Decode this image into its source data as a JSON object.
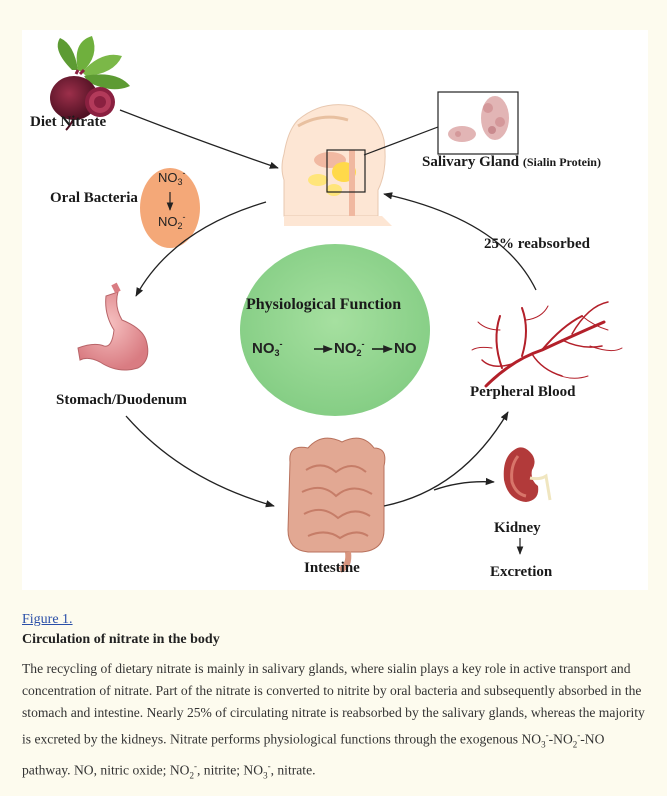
{
  "labels": {
    "diet_nitrate": "Diet Nitrate",
    "oral_bacteria": "Oral Bacteria",
    "salivary_gland": "Salivary Gland",
    "sialin_protein": "(Sialin Protein)",
    "reabsorbed": "25% reabsorbed",
    "stomach": "Stomach/Duodenum",
    "peripheral_blood": "Perpheral Blood",
    "intestine": "Intestine",
    "kidney": "Kidney",
    "excretion": "Excretion",
    "physiological_function": "Physiological Function"
  },
  "chem": {
    "no3": "NO",
    "no3_sub": "3",
    "no3_sup": "-",
    "no2": "NO",
    "no2_sub": "2",
    "no2_sup": "-",
    "no": "NO"
  },
  "caption": {
    "figure_link": "Figure 1.",
    "title": "Circulation of nitrate in the body",
    "text_1": "The recycling of dietary nitrate is mainly in salivary glands, where sialin plays a key role in active transport and concentration of nitrate. Part of the nitrate is converted to nitrite by oral bacteria and subsequently absorbed in the stomach and intestine. Nearly 25% of circulating nitrate is reabsorbed by the salivary glands, whereas the majority is excreted by the kidneys. Nitrate performs physiological functions through the exogenous NO",
    "s1": "3",
    "p1": "-",
    "t2": "-NO",
    "s2": "2",
    "p2": "-",
    "t3": "-NO pathway. NO, nitric oxide; NO",
    "s3": "2",
    "p3": "-",
    "t4": ", nitrite; NO",
    "s4": "3",
    "p4": "-",
    "t5": ", nitrate."
  },
  "colors": {
    "circle": "#8fd48f",
    "bacteria_oval": "#f4a878",
    "stomach": "#e7969a",
    "blood": "#b3202a",
    "beet": "#6b1a2e",
    "leaf": "#6aa33a",
    "link": "#2a4fa8"
  }
}
